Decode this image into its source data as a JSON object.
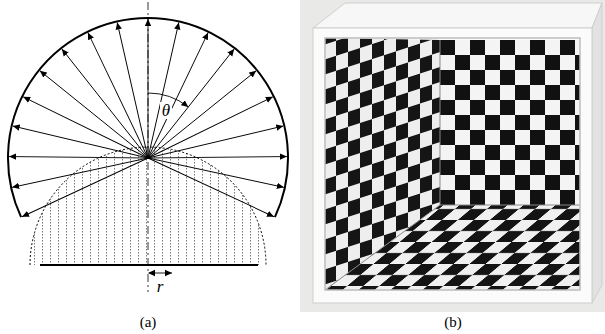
{
  "diagram": {
    "labels": [
      "θ",
      "r",
      "(a)",
      "(b)"
    ]
  }
}
